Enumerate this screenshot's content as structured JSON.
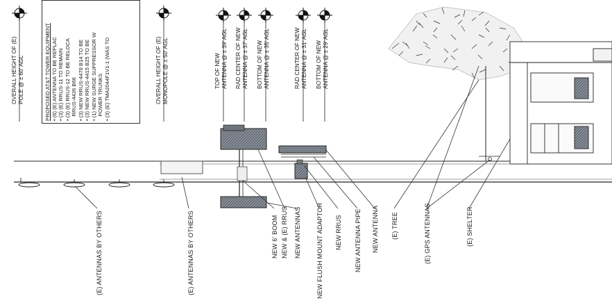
{
  "elevation_markers": {
    "pole": {
      "line1": "OVERALL HEIGHT OF (E)",
      "line2": "POLE @ ± 60' AGL"
    },
    "monopole": {
      "line1": "OVERALL HEIGHT OF (E)",
      "line2": "MONOPOLE @ ± 50' AGL"
    },
    "top_new_antenna": {
      "line1": "TOP OF NEW",
      "line2": "ANTENNA @ ± 39' AGL"
    },
    "rad_center_upper": {
      "line1": "RAD CENTER OF NEW",
      "line2": "ANTENNA @ ± 37' AGL"
    },
    "bottom_upper": {
      "line1": "BOTTOM OF NEW",
      "line2": "ANTENNA @ ± 35' AGL"
    },
    "rad_center_lower": {
      "line1": "RAD CENTER OF NEW",
      "line2": "ANTENNA @ ± 31' AGL"
    },
    "bottom_lower": {
      "line1": "BOTTOM OF NEW",
      "line2": "ANTENNA @ ± 29' AGL"
    }
  },
  "notes": {
    "title": "PROPOSED AT&T TOWER EQUIPMENT",
    "items": [
      "(6) (E) ANTENNA TO BE REPLAC",
      "(3) (E) RRUS-11 TO REMAIN",
      "(3) (E) RRUS-12 TO BE RELOCA",
      "RRUS-4426 B66",
      "(3) NEW RRUS-4478 B14 TO BE",
      "(3) NEW RRUS-4415 B25 TO BE",
      "(1) NEW SURGE SUPPRESSOR W",
      "POWER TRUNKS",
      "(3) (E) TMA2044F1V1-1 (WAS TO"
    ]
  },
  "callouts": {
    "antennas_by_others_1": "(E) ANTENNAS BY OTHERS",
    "antennas_by_others_2": "(E) ANTENNAS BY OTHERS",
    "new_boom": "NEW 6' BOOM",
    "new_e_rrus": "NEW & (E) RRUS",
    "new_antennas": "NEW ANTENNAS",
    "flush_mount": "NEW FLUSH MOUNT ADAPTOR",
    "new_rrus": "NEW RRUS",
    "new_antenna_pipe": "NEW ANTENNA PIPE",
    "new_antenna": "NEW ANTENNA",
    "tree": "(E) TREE",
    "gps": "(E) GPS ANTENNAS",
    "shelter": "(E) SHELTER"
  }
}
